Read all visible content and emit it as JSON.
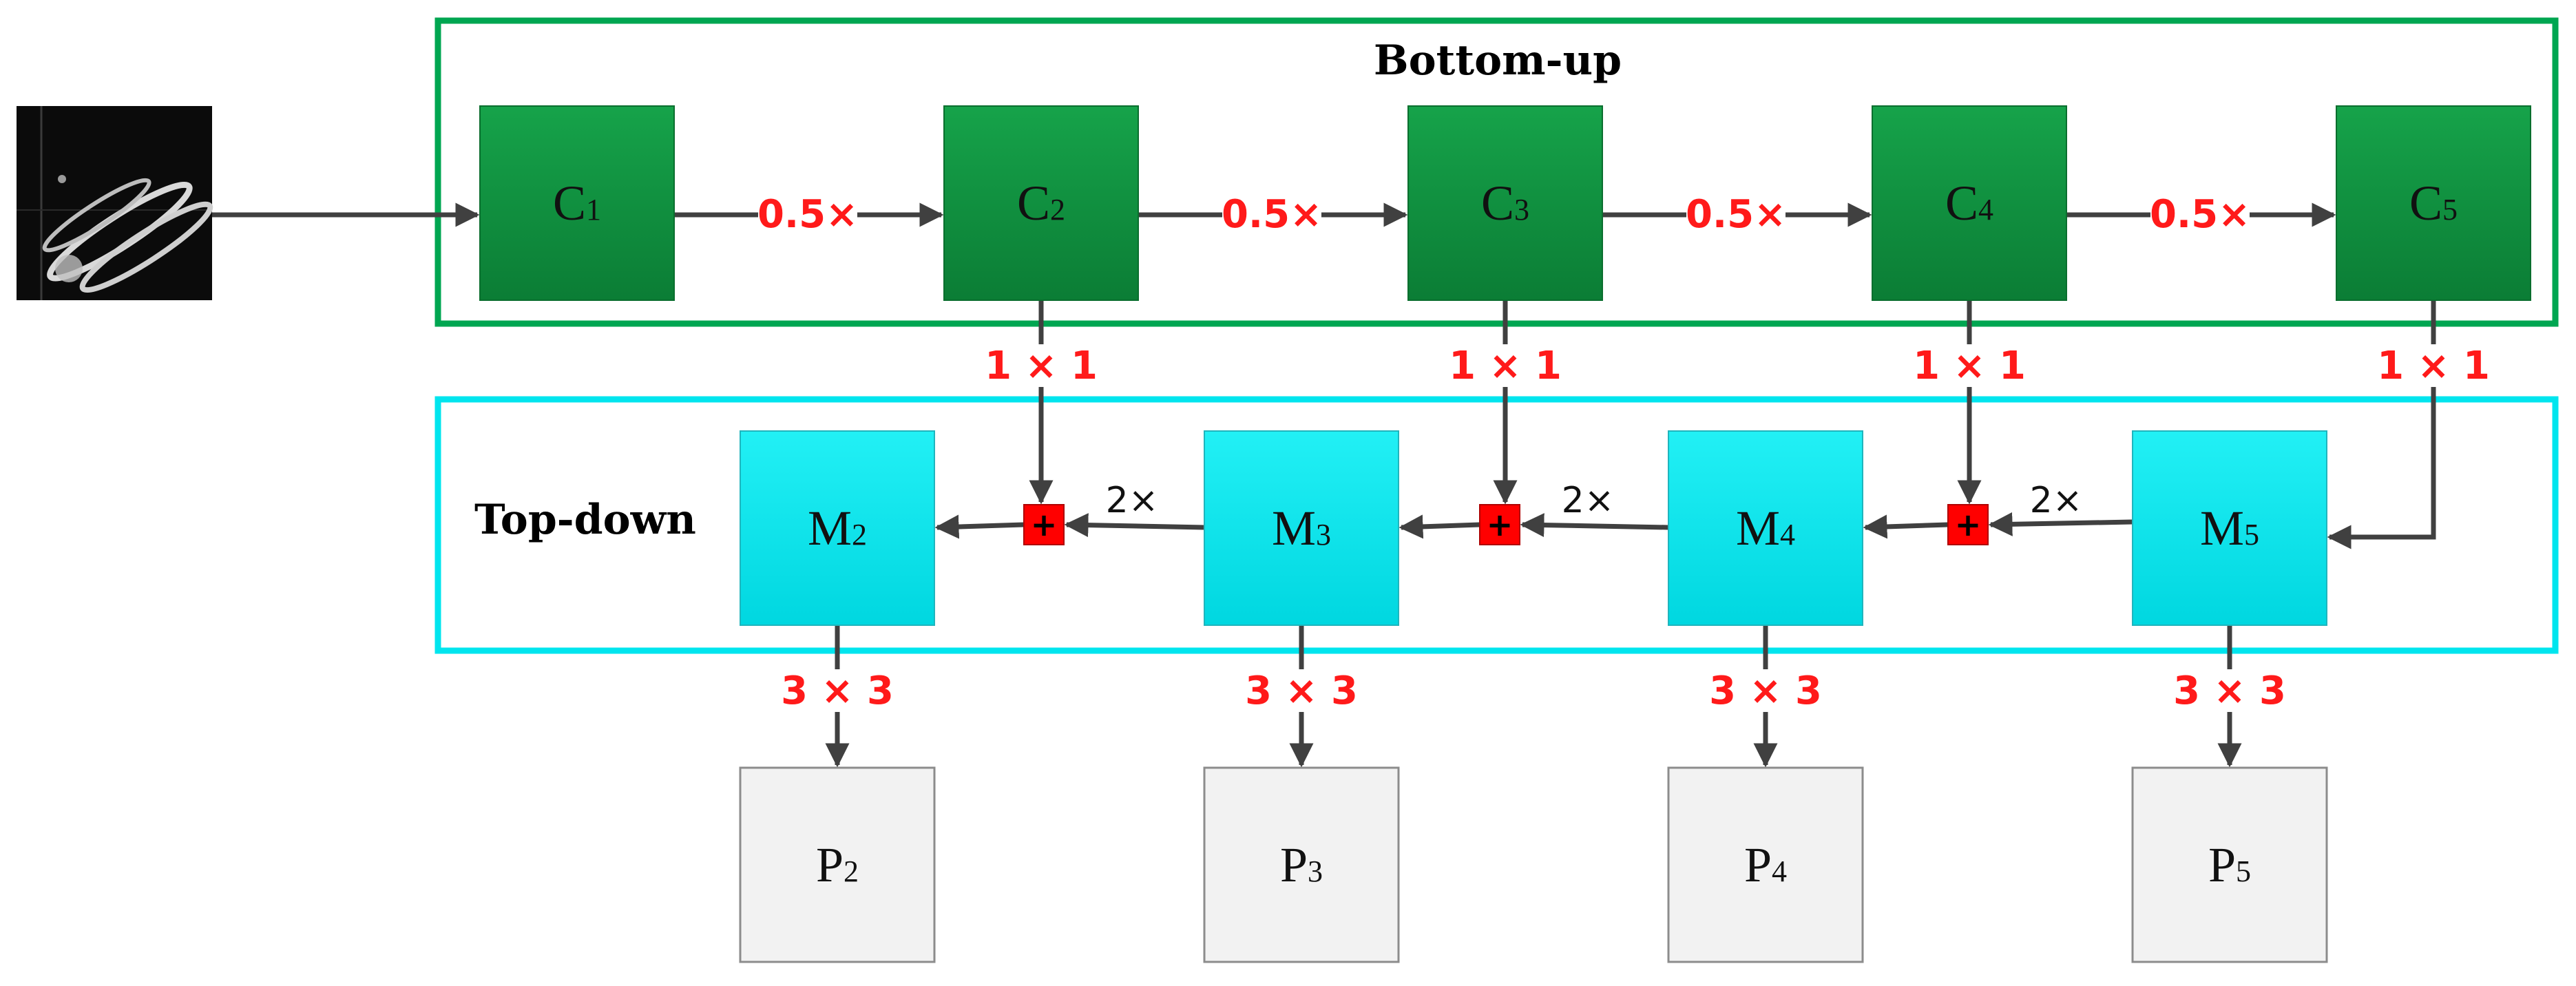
{
  "groups": {
    "bottom_up": {
      "title": "Bottom-up",
      "color": "#00a651"
    },
    "top_down": {
      "title": "Top-down",
      "color": "#00e5ee"
    }
  },
  "colors": {
    "c_top": "#16a34a",
    "c_bottom": "#0b7d35",
    "m_top": "#22f0f5",
    "m_bottom": "#00d7e0",
    "p_fill": "#f2f2f2",
    "adder": "#ff0000",
    "op_text": "#ff1a1a",
    "edge": "#404040"
  },
  "input_image": {
    "icon": "sar-ship-image-icon"
  },
  "c_nodes": [
    {
      "label": "C",
      "sub": "1"
    },
    {
      "label": "C",
      "sub": "2"
    },
    {
      "label": "C",
      "sub": "3"
    },
    {
      "label": "C",
      "sub": "4"
    },
    {
      "label": "C",
      "sub": "5"
    }
  ],
  "m_nodes": [
    {
      "label": "M",
      "sub": "2"
    },
    {
      "label": "M",
      "sub": "3"
    },
    {
      "label": "M",
      "sub": "4"
    },
    {
      "label": "M",
      "sub": "5"
    }
  ],
  "p_nodes": [
    {
      "label": "P",
      "sub": "2"
    },
    {
      "label": "P",
      "sub": "3"
    },
    {
      "label": "P",
      "sub": "4"
    },
    {
      "label": "P",
      "sub": "5"
    }
  ],
  "downsample_labels": [
    "0.5×",
    "0.5×",
    "0.5×",
    "0.5×"
  ],
  "lateral_labels": [
    "1 × 1",
    "1 × 1",
    "1 × 1",
    "1 × 1"
  ],
  "upsample_labels": [
    "2×",
    "2×",
    "2×"
  ],
  "output_labels": [
    "3 × 3",
    "3 × 3",
    "3 × 3",
    "3 × 3"
  ],
  "adder_glyph": "+"
}
